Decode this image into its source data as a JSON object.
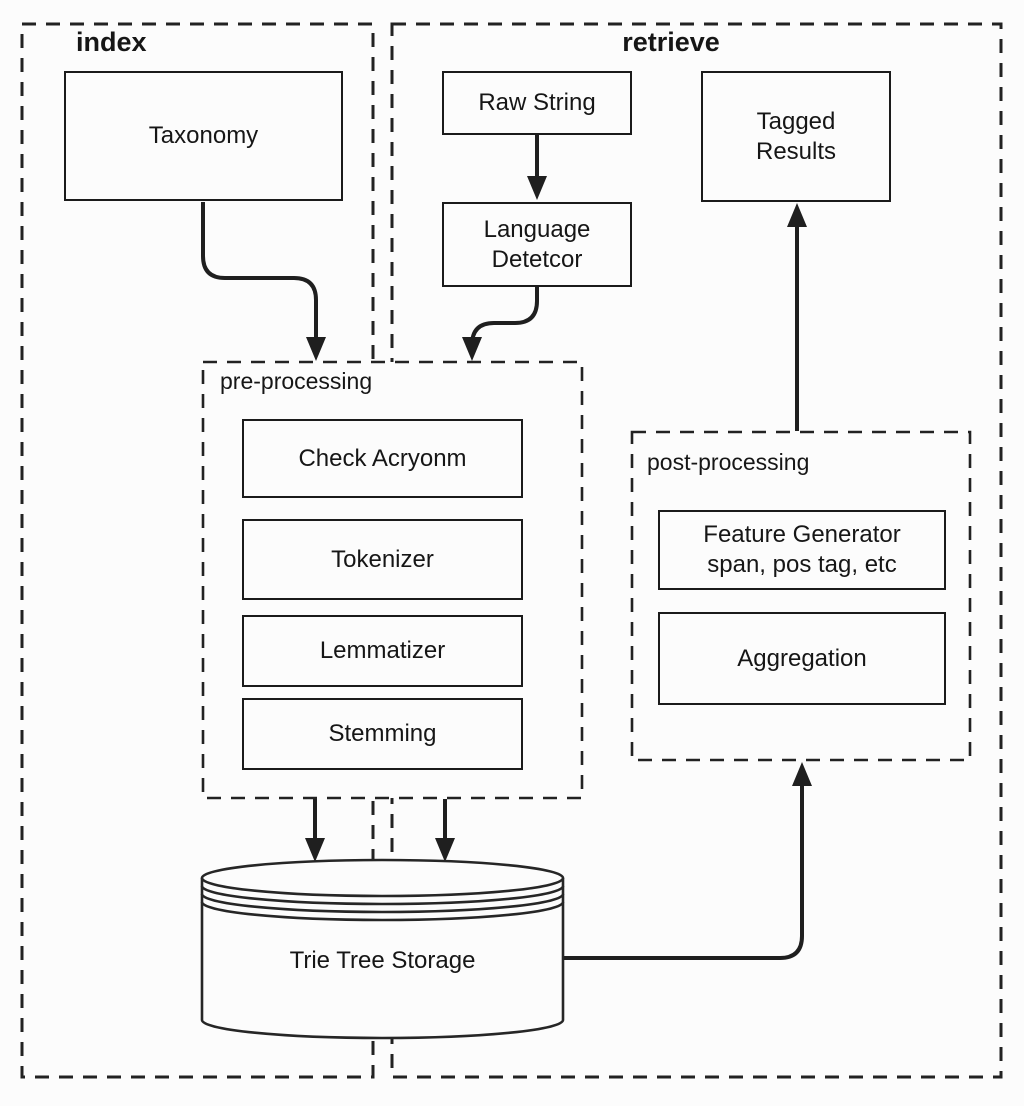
{
  "containers": {
    "index": {
      "label": "index"
    },
    "retrieve": {
      "label": "retrieve"
    },
    "pre_processing": {
      "label": "pre-processing"
    },
    "post_processing": {
      "label": "post-processing"
    }
  },
  "nodes": {
    "taxonomy": {
      "label": "Taxonomy"
    },
    "raw_string": {
      "label": "Raw String"
    },
    "language_detector": {
      "line1": "Language",
      "line2": "Detetcor"
    },
    "tagged_results": {
      "line1": "Tagged",
      "line2": "Results"
    },
    "check_acronym": {
      "label": "Check Acryonm"
    },
    "tokenizer": {
      "label": "Tokenizer"
    },
    "lemmatizer": {
      "label": "Lemmatizer"
    },
    "stemming": {
      "label": "Stemming"
    },
    "feature_generator": {
      "line1": "Feature Generator",
      "line2": "span, pos tag, etc"
    },
    "aggregation": {
      "label": "Aggregation"
    },
    "trie_tree_storage": {
      "label": "Trie Tree Storage"
    }
  },
  "edges": [
    {
      "from": "taxonomy",
      "to": "pre_processing"
    },
    {
      "from": "raw_string",
      "to": "language_detector"
    },
    {
      "from": "language_detector",
      "to": "pre_processing"
    },
    {
      "from": "pre_processing",
      "to": "trie_tree_storage"
    },
    {
      "from": "pre_processing",
      "to": "trie_tree_storage"
    },
    {
      "from": "trie_tree_storage",
      "to": "post_processing"
    },
    {
      "from": "post_processing",
      "to": "tagged_results"
    }
  ],
  "colors": {
    "line": "#1f1f1f",
    "dashed_border": "#222222",
    "background": "#fcfcfc"
  }
}
